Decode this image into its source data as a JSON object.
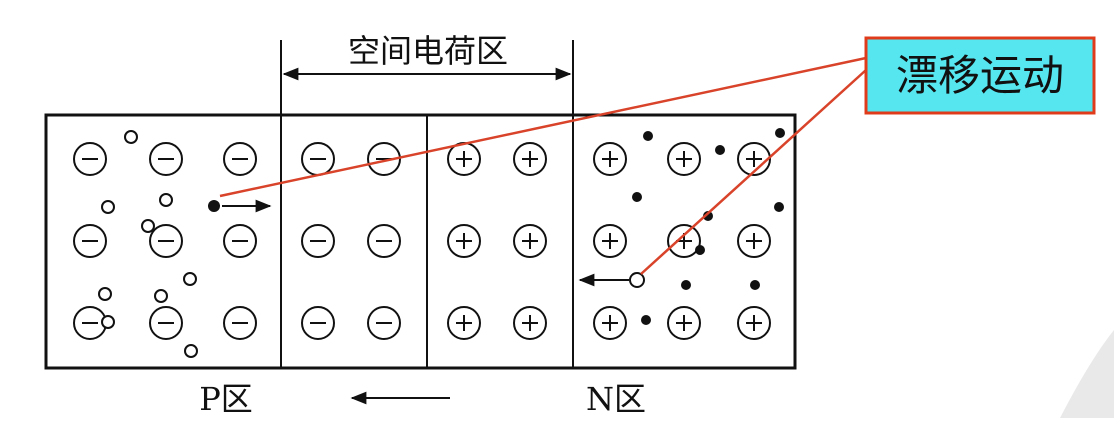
{
  "diagram": {
    "depletion_label": "空间电荷区",
    "callout_label": "漂移运动",
    "p_region_label": "P区",
    "n_region_label": "N区",
    "negative_ion_symbol": "−",
    "positive_ion_symbol": "+",
    "colors": {
      "line": "#111111",
      "callout_fill": "#55e6f0",
      "callout_border": "#e03c1c",
      "leader_line": "#d8432a",
      "background": "#ffffff"
    },
    "p_region": {
      "ion_rows": 3,
      "ion_cols": 3,
      "holes": 9,
      "drifting_electron": true
    },
    "depletion_left": {
      "ion_rows": 3,
      "ion_cols": 2
    },
    "depletion_right": {
      "ion_rows": 3,
      "ion_cols": 2
    },
    "n_region": {
      "ion_rows": 3,
      "ion_cols": 3,
      "electrons": 10,
      "drifting_hole": true
    },
    "field_arrow_direction": "left"
  }
}
